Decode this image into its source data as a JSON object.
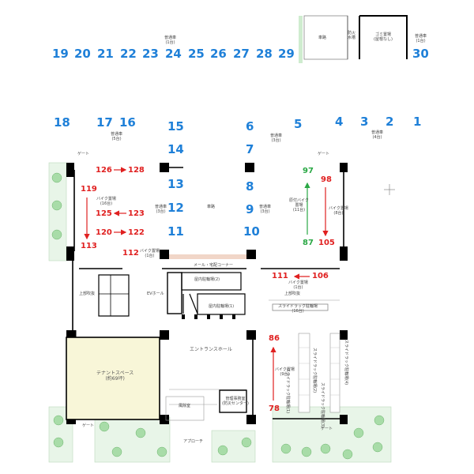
{
  "top_row_numbers": [
    "19",
    "20",
    "21",
    "22",
    "23",
    "24",
    "25",
    "26",
    "27",
    "28",
    "29",
    "30"
  ],
  "second_row_numbers": [
    "18",
    "17",
    "16",
    "15",
    "6",
    "5",
    "4",
    "3",
    "2",
    "1"
  ],
  "mid_col_left": [
    "14",
    "13",
    "12",
    "11"
  ],
  "mid_col_right": [
    "7",
    "8",
    "9",
    "10"
  ],
  "bike_left": {
    "n126": "126",
    "n128": "128",
    "n119": "119",
    "n125": "125",
    "n123": "123",
    "n120": "120",
    "n122": "122",
    "n113": "113",
    "n112": "112"
  },
  "bike_center_green": {
    "n97": "97",
    "n87": "87"
  },
  "bike_right": {
    "n98": "98",
    "n105": "105",
    "n111": "111",
    "n106": "106"
  },
  "bike_bottom": {
    "n86": "86",
    "n78": "78"
  },
  "labels": {
    "parking_top_center": "普通車\n(1台)",
    "stairs_top": "車路",
    "storage_top": "防火\n水槽",
    "small_room": "ゴミ置場\n(屋根なし)",
    "parking_30": "普通車\n(1台)",
    "parking_left": "普通車\n(5台)",
    "parking_mid": "普通車\n(3台)",
    "parking_right": "普通車\n(4台)",
    "bike_lot_left": "バイク置場\n(16台)",
    "car_road": "車路",
    "bike_lot_mid": "原付バイク\n置場\n(11台)",
    "bike_lot_right": "バイク置場\n(8台)",
    "mail_corner": "メール・宅配コーナー",
    "bike_112": "バイク置場\n(1台)",
    "bike_111": "バイク置場\n(1台)",
    "indoor_bike_2": "屋内駐輪場(2)",
    "indoor_bike_1": "屋内駐輪場(1)",
    "upper_plant": "上部吹抜",
    "ev_hall": "EVホール",
    "upper_right": "上部吹抜",
    "slide_rack": "スライドラック駐輪場\n(16台)",
    "entrance_hall": "エントランスホール",
    "tenant": "テナントスペース\n(約69坪)",
    "windbreak": "風除室",
    "manager": "管理事務室\n(防災センター)",
    "approach": "アプローチ",
    "bike_lot_bottom": "バイク置場\n(9台)",
    "rack_a": "スライドラック駐輪場(1)",
    "rack_b": "スライドラック駐輪場(2)",
    "rack_c": "スライドラック駐輪場(3)",
    "rack_d": "スライドラック駐輪場(4)",
    "gate_left": "ゲート",
    "gate_right": "ゲート",
    "gate_bottom_left": "ゲート",
    "gate_bottom_right": "ゲート"
  },
  "colors": {
    "number_blue": "#1f80d8",
    "bike_red": "#e02020",
    "bike_green": "#2aa845",
    "tenant_fill": "#f8f6d8",
    "greenery": "#e8f5e8",
    "wall": "#000000"
  }
}
